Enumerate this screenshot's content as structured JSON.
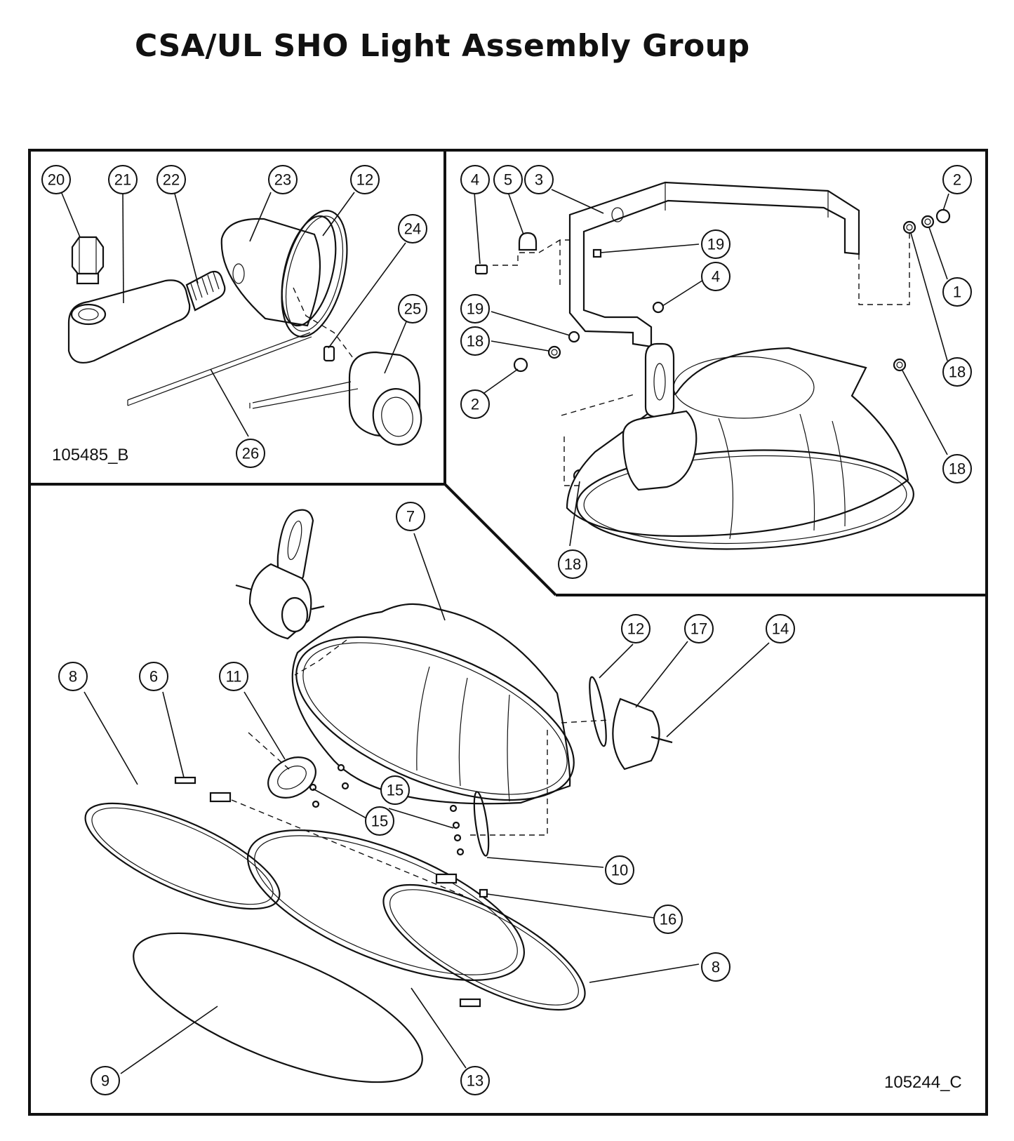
{
  "title": "CSA/UL SHO Light Assembly Group",
  "panels": {
    "top_left": {
      "doc_number": "105485_B"
    },
    "bottom": {
      "doc_number": "105244_C"
    }
  },
  "callouts": [
    {
      "id": "c20",
      "label": "20"
    },
    {
      "id": "c21",
      "label": "21"
    },
    {
      "id": "c22",
      "label": "22"
    },
    {
      "id": "c23",
      "label": "23"
    },
    {
      "id": "c12a",
      "label": "12"
    },
    {
      "id": "c24",
      "label": "24"
    },
    {
      "id": "c25",
      "label": "25"
    },
    {
      "id": "c26",
      "label": "26"
    },
    {
      "id": "c4a",
      "label": "4"
    },
    {
      "id": "c5",
      "label": "5"
    },
    {
      "id": "c3",
      "label": "3"
    },
    {
      "id": "c2a",
      "label": "2"
    },
    {
      "id": "c19a",
      "label": "19"
    },
    {
      "id": "c4b",
      "label": "4"
    },
    {
      "id": "c1",
      "label": "1"
    },
    {
      "id": "c19b",
      "label": "19"
    },
    {
      "id": "c18a",
      "label": "18"
    },
    {
      "id": "c18b",
      "label": "18"
    },
    {
      "id": "c2b",
      "label": "2"
    },
    {
      "id": "c18c",
      "label": "18"
    },
    {
      "id": "c18d",
      "label": "18"
    },
    {
      "id": "c7",
      "label": "7"
    },
    {
      "id": "c12b",
      "label": "12"
    },
    {
      "id": "c17",
      "label": "17"
    },
    {
      "id": "c14",
      "label": "14"
    },
    {
      "id": "c8a",
      "label": "8"
    },
    {
      "id": "c6",
      "label": "6"
    },
    {
      "id": "c11",
      "label": "11"
    },
    {
      "id": "c15a",
      "label": "15"
    },
    {
      "id": "c15b",
      "label": "15"
    },
    {
      "id": "c10",
      "label": "10"
    },
    {
      "id": "c16",
      "label": "16"
    },
    {
      "id": "c8b",
      "label": "8"
    },
    {
      "id": "c9",
      "label": "9"
    },
    {
      "id": "c13",
      "label": "13"
    }
  ]
}
